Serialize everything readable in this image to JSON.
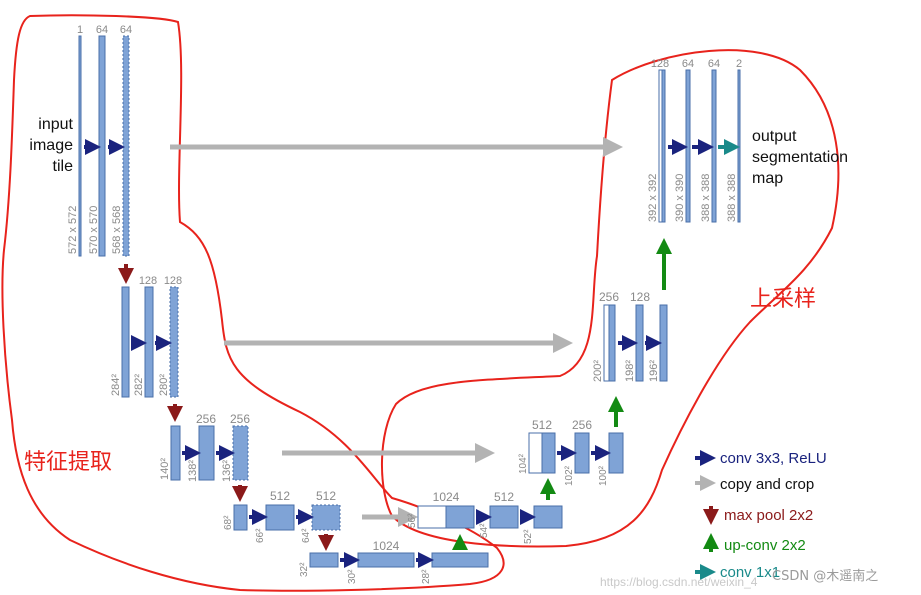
{
  "encoder": {
    "input_label": [
      "input",
      "image",
      "tile"
    ],
    "level1": {
      "channels": [
        "1",
        "64",
        "64"
      ],
      "sizes": [
        "572 x 572",
        "570 x 570",
        "568 x 568"
      ]
    },
    "level2": {
      "channels": [
        "128",
        "128"
      ],
      "sizes": [
        "284²",
        "282²",
        "280²"
      ]
    },
    "level3": {
      "channels": [
        "256",
        "256"
      ],
      "sizes": [
        "140²",
        "138²",
        "136²"
      ]
    },
    "level4": {
      "channels": [
        "512",
        "512"
      ],
      "sizes": [
        "68²",
        "66²",
        "64²"
      ]
    },
    "bottleneck": {
      "channels": [
        "1024"
      ],
      "sizes": [
        "32²",
        "30²",
        "28²"
      ]
    }
  },
  "decoder": {
    "level4": {
      "channels": [
        "1024",
        "512"
      ],
      "sizes": [
        "56²",
        "54²",
        "52²"
      ]
    },
    "level3": {
      "channels": [
        "512",
        "256"
      ],
      "sizes": [
        "104²",
        "102²",
        "100²"
      ]
    },
    "level2": {
      "channels": [
        "256",
        "128"
      ],
      "sizes": [
        "200²",
        "198²",
        "196²"
      ]
    },
    "level1": {
      "channels": [
        "128",
        "64",
        "64",
        "2"
      ],
      "sizes": [
        "392 x 392",
        "390 x 390",
        "388 x 388",
        "388 x 388"
      ]
    },
    "output_label": [
      "output",
      "segmentation",
      "map"
    ]
  },
  "annotations": {
    "feature_extraction": "特征提取",
    "upsampling": "上采样"
  },
  "legend": [
    {
      "label": "conv 3x3, ReLU",
      "color": "#1a237e",
      "icon": "right-arrow-icon"
    },
    {
      "label": "copy and crop",
      "color": "#b3b3b3",
      "icon": "right-arrow-icon"
    },
    {
      "label": "max pool 2x2",
      "color": "#8b1a1a",
      "icon": "down-arrow-icon"
    },
    {
      "label": "up-conv 2x2",
      "color": "#138a13",
      "icon": "up-arrow-icon"
    },
    {
      "label": "conv 1x1",
      "color": "#1a8a8a",
      "icon": "right-arrow-icon"
    }
  ],
  "watermark": {
    "csdn": "CSDN @木遥南之",
    "url": "https://blog.csdn.net/weixin_4"
  },
  "colors": {
    "block_fill": "#7fa3d6",
    "block_stroke": "#4a6fa8",
    "region_outline": "#e8231c"
  }
}
